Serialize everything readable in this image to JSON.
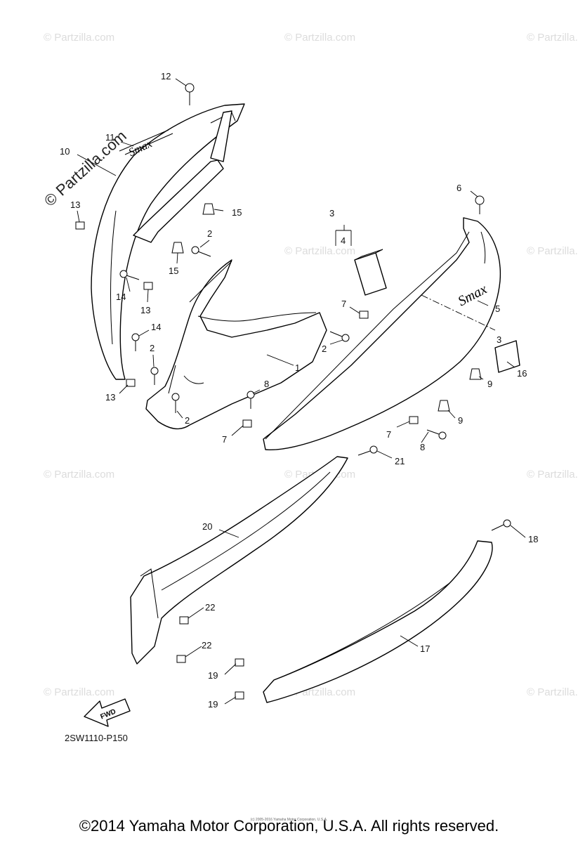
{
  "diagram": {
    "code": "2SW1110-P150",
    "copyright": "©2014 Yamaha Motor Corporation, U.S.A. All rights reserved.",
    "fine_print": "(c) 2005-2016 Yamaha Motor Corporation, U.S.A.",
    "watermark": "© Partzilla.com",
    "fwd_label": "FWD",
    "logo_text": "Smax",
    "callouts": [
      {
        "n": "1"
      },
      {
        "n": "2"
      },
      {
        "n": "2"
      },
      {
        "n": "2"
      },
      {
        "n": "2"
      },
      {
        "n": "3"
      },
      {
        "n": "3"
      },
      {
        "n": "4"
      },
      {
        "n": "5"
      },
      {
        "n": "6"
      },
      {
        "n": "7"
      },
      {
        "n": "7"
      },
      {
        "n": "7"
      },
      {
        "n": "8"
      },
      {
        "n": "8"
      },
      {
        "n": "9"
      },
      {
        "n": "9"
      },
      {
        "n": "10"
      },
      {
        "n": "11"
      },
      {
        "n": "12"
      },
      {
        "n": "13"
      },
      {
        "n": "13"
      },
      {
        "n": "13"
      },
      {
        "n": "14"
      },
      {
        "n": "14"
      },
      {
        "n": "15"
      },
      {
        "n": "15"
      },
      {
        "n": "16"
      },
      {
        "n": "17"
      },
      {
        "n": "18"
      },
      {
        "n": "19"
      },
      {
        "n": "19"
      },
      {
        "n": "20"
      },
      {
        "n": "21"
      },
      {
        "n": "22"
      },
      {
        "n": "22"
      }
    ]
  }
}
